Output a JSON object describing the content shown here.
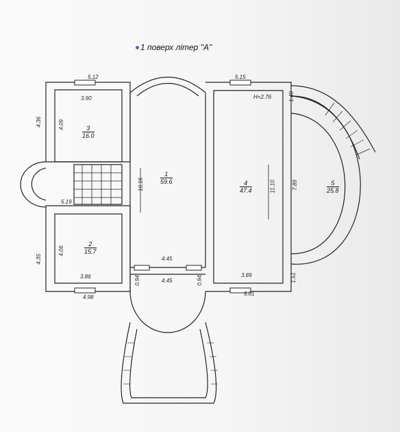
{
  "plan": {
    "title": "1 поверх літер \"А\"",
    "height_note": "H=2.76",
    "rooms": [
      {
        "number": "1",
        "area": "59.6"
      },
      {
        "number": "2",
        "area": "15.7"
      },
      {
        "number": "3",
        "area": "16.0"
      },
      {
        "number": "4",
        "area": "47.4"
      },
      {
        "number": "5",
        "area": "25.8"
      }
    ],
    "dimensions": {
      "top_left": "5.12",
      "top_mid": "5.15",
      "room3_width": "3.90",
      "room3_height": "4.09",
      "left_upper_outer": "4.36",
      "corridor_length": "10.16",
      "stair_gap": "5.19",
      "room2_height": "4.06",
      "left_lower_outer": "4.35",
      "room2_width": "3.86",
      "bottom_left": "4.98",
      "entrance_inner": "4.45",
      "entrance_outer": "4.45",
      "wall_left": "0.94",
      "wall_right": "0.94",
      "room4_length": "11.10",
      "room4_width": "3.89",
      "bottom_right": "5.01",
      "room5_height": "7.89",
      "right_upper": "1.48",
      "right_lower": "1.51"
    }
  }
}
